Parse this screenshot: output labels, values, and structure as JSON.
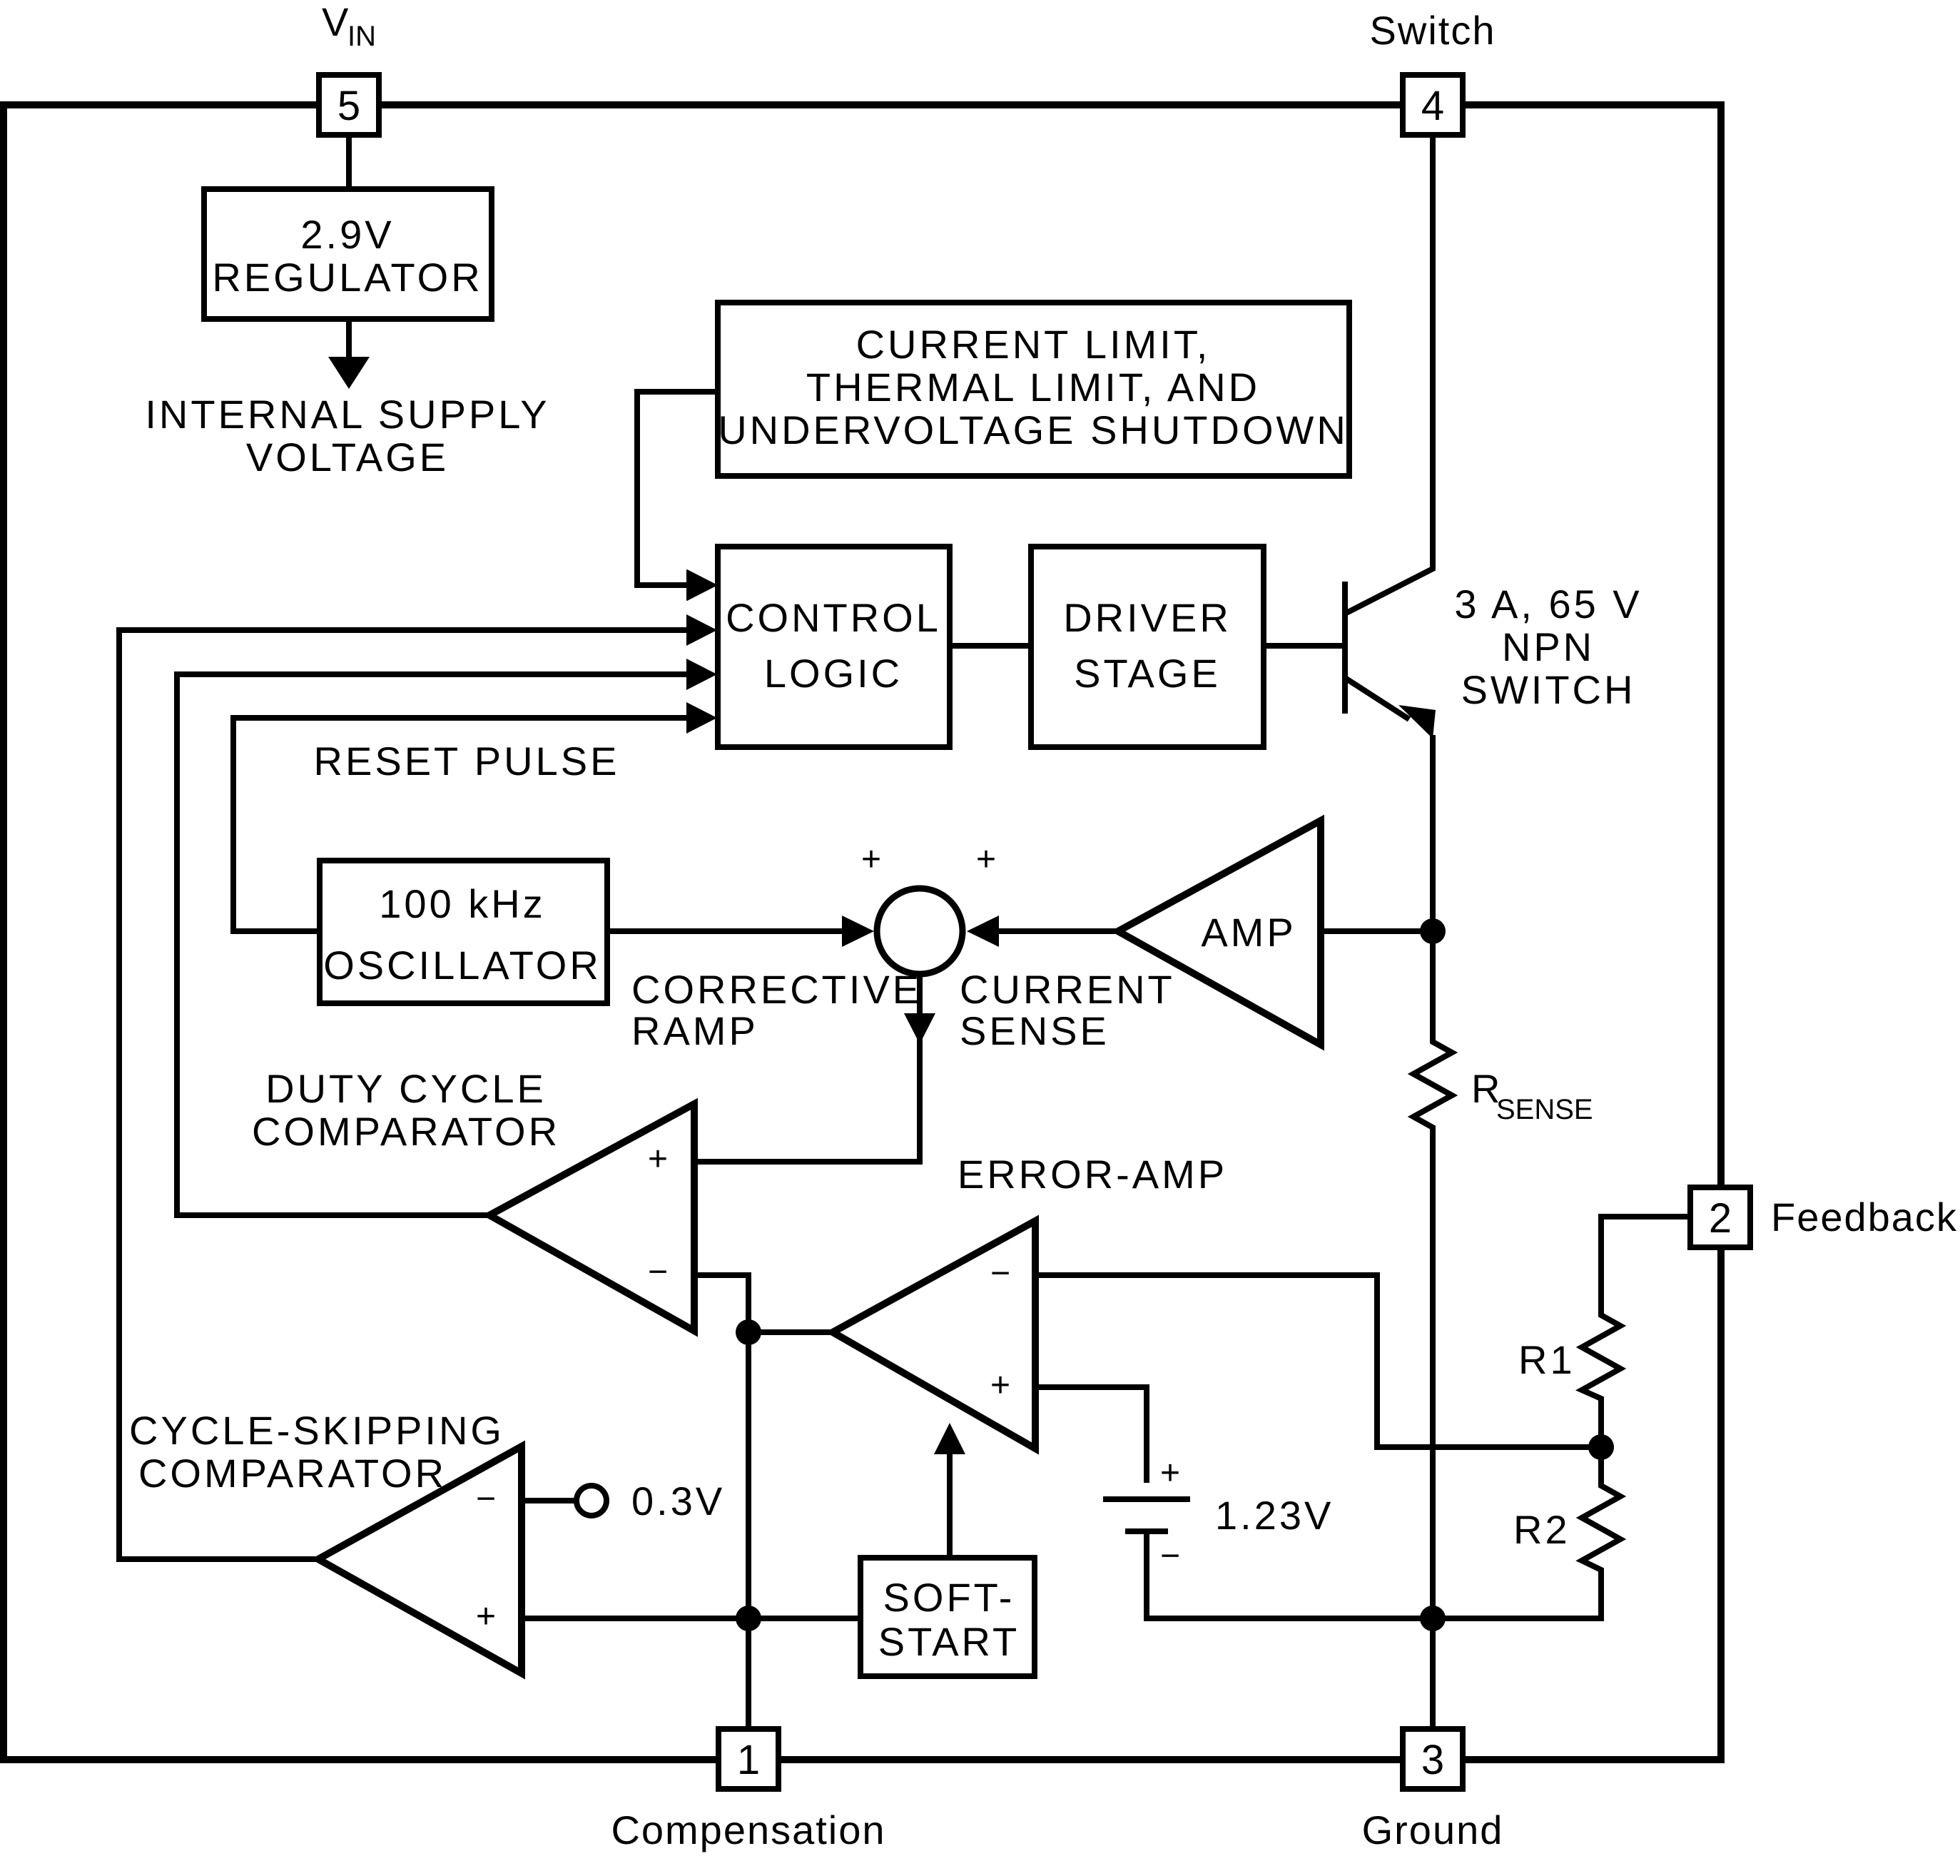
{
  "pins": {
    "vin": {
      "num": "5",
      "name_main": "V",
      "name_sub": "IN"
    },
    "switch": {
      "num": "4",
      "name": "Switch"
    },
    "feedback": {
      "num": "2",
      "name": "Feedback"
    },
    "compensation": {
      "num": "1",
      "name": "Compensation"
    },
    "ground": {
      "num": "3",
      "name": "Ground"
    }
  },
  "blocks": {
    "regulator": {
      "line1": "2.9V",
      "line2": "REGULATOR"
    },
    "internal_supply": {
      "line1": "INTERNAL SUPPLY",
      "line2": "VOLTAGE"
    },
    "limits": {
      "line1": "CURRENT LIMIT,",
      "line2": "THERMAL LIMIT, AND",
      "line3": "UNDERVOLTAGE SHUTDOWN"
    },
    "control_logic": {
      "line1": "CONTROL",
      "line2": "LOGIC"
    },
    "driver_stage": {
      "line1": "DRIVER",
      "line2": "STAGE"
    },
    "switch_transistor": {
      "line1": "3 A, 65 V",
      "line2": "NPN",
      "line3": "SWITCH"
    },
    "reset_pulse": "RESET PULSE",
    "oscillator": {
      "line1": "100 kHz",
      "line2": "OSCILLATOR"
    },
    "corrective_ramp": {
      "line1": "CORRECTIVE",
      "line2": "RAMP"
    },
    "current_sense": {
      "line1": "CURRENT",
      "line2": "SENSE"
    },
    "amp": "AMP",
    "rsense": {
      "main": "R",
      "sub": "SENSE"
    },
    "duty_cycle": {
      "line1": "DUTY CYCLE",
      "line2": "COMPARATOR"
    },
    "error_amp": "ERROR-AMP",
    "cycle_skipping": {
      "line1": "CYCLE-SKIPPING",
      "line2": "COMPARATOR"
    },
    "threshold": "0.3V",
    "reference": "1.23V",
    "soft_start": {
      "line1": "SOFT-",
      "line2": "START"
    },
    "r1": "R1",
    "r2": "R2"
  },
  "signs": {
    "plus": "+",
    "minus": "−"
  }
}
